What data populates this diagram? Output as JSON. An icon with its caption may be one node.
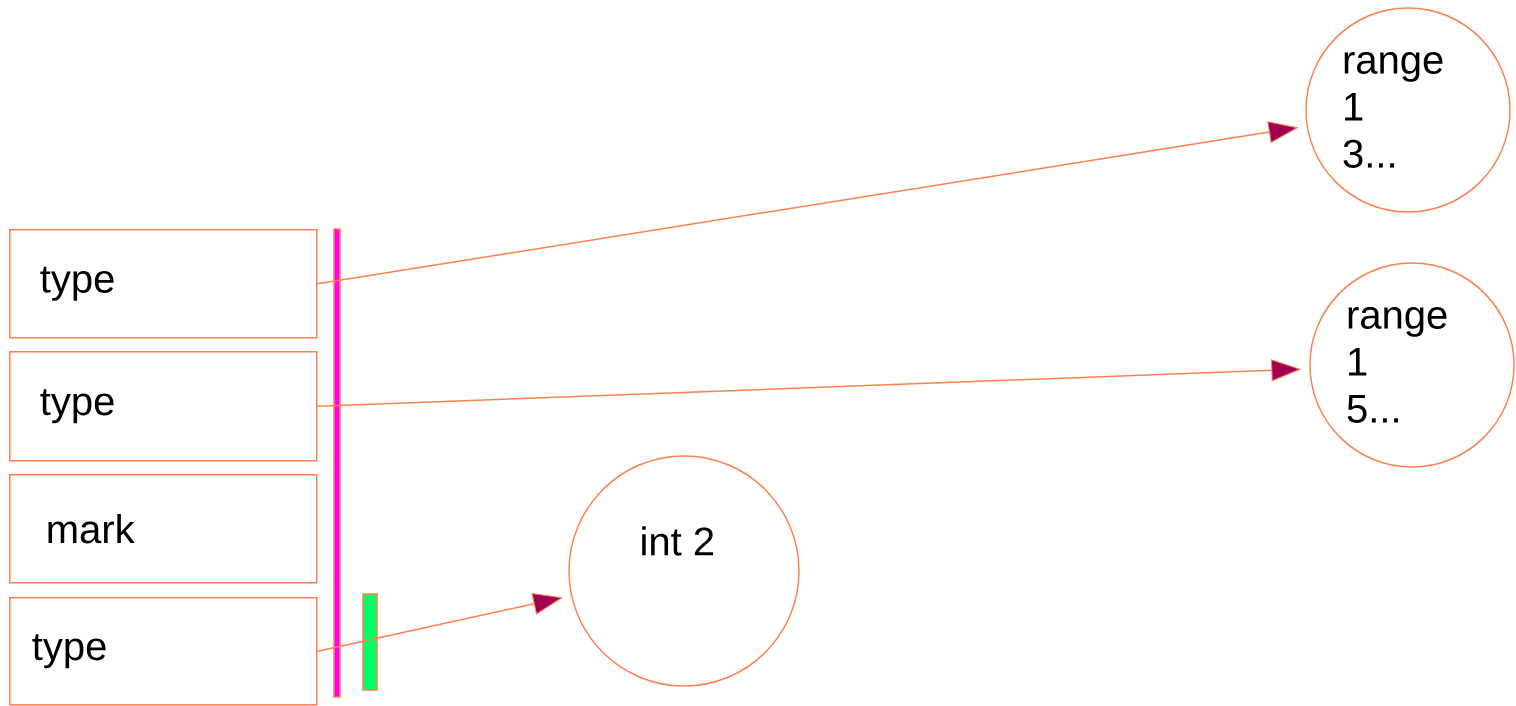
{
  "diagram": {
    "nodes": [
      {
        "text": [
          "type"
        ]
      },
      {
        "text": [
          "type"
        ]
      },
      {
        "text": [
          "mark"
        ]
      },
      {
        "text": [
          "type"
        ]
      },
      {
        "text": [
          "range",
          "1",
          "3..."
        ]
      },
      {
        "text": [
          "range",
          "1",
          "5..."
        ]
      },
      {
        "text": [
          "int 2"
        ]
      }
    ],
    "edges": [
      {
        "from": 0,
        "to": 4,
        "arrow": "to"
      },
      {
        "from": 1,
        "to": 5,
        "arrow": "to"
      },
      {
        "from": 3,
        "to": 6,
        "arrow": "to"
      }
    ]
  }
}
